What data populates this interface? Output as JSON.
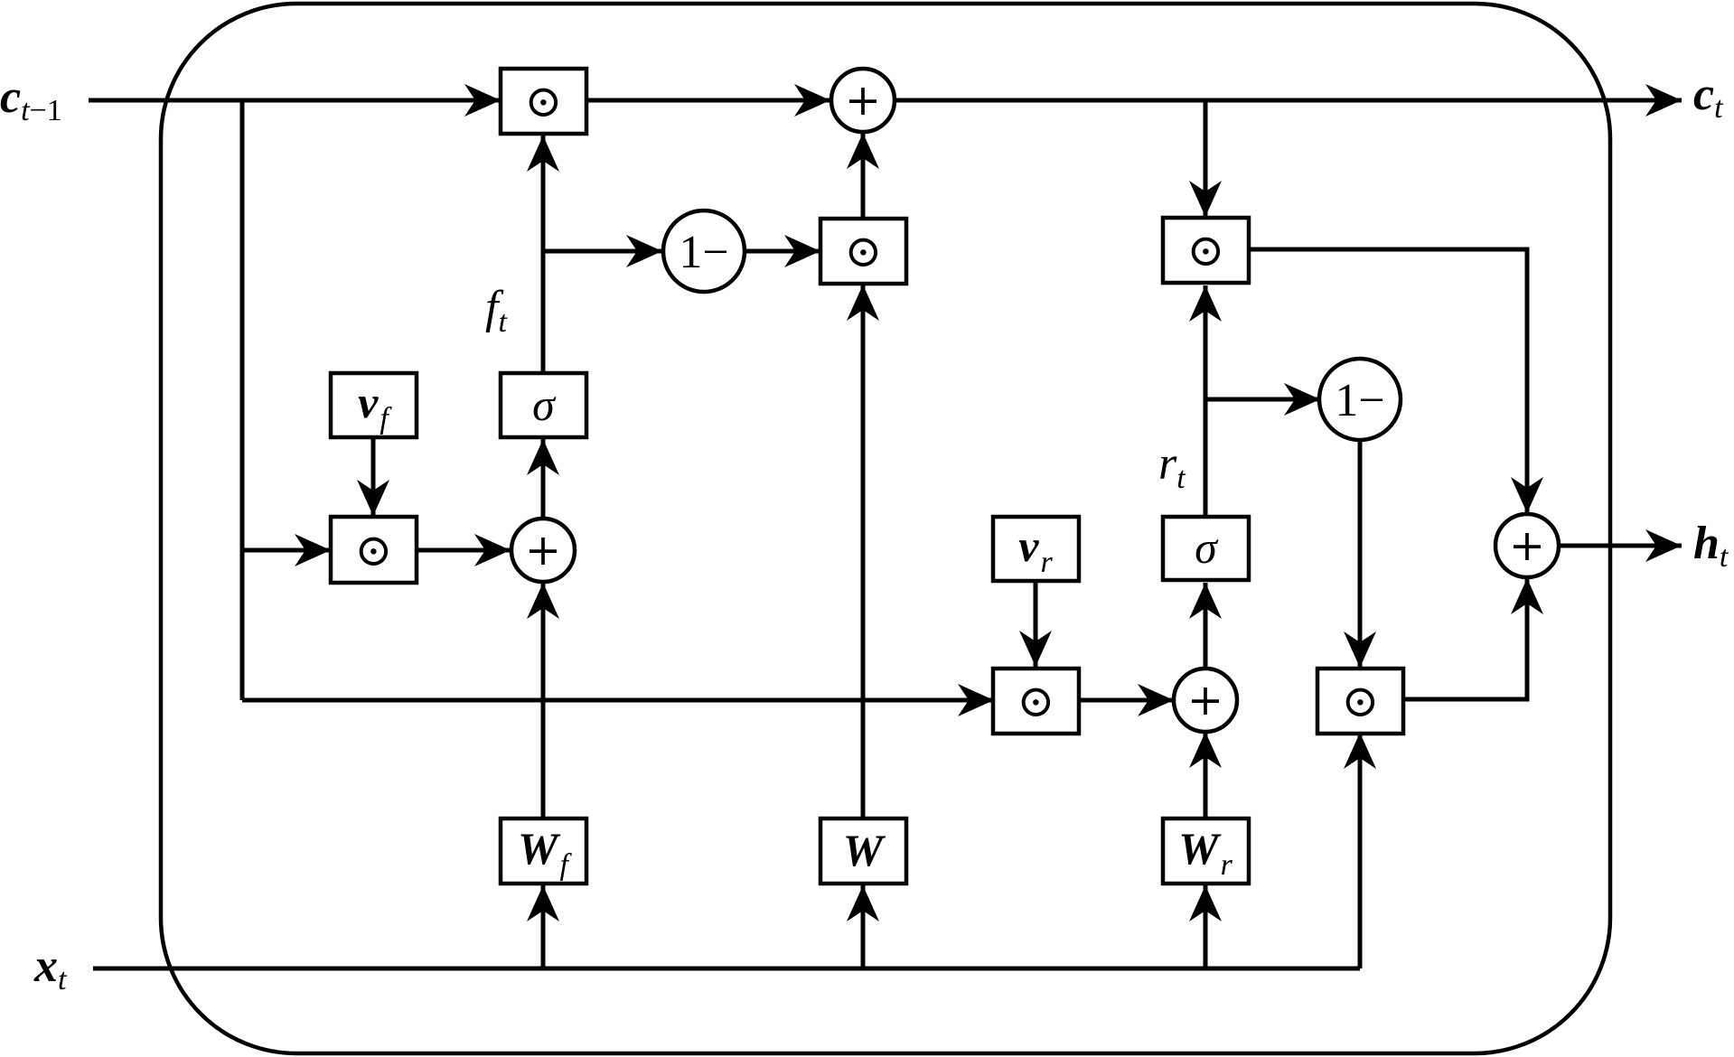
{
  "io": {
    "c_prev": {
      "main": "c",
      "sub": "t",
      "sub2": "−1"
    },
    "c_next": {
      "main": "c",
      "sub": "t"
    },
    "h_next": {
      "main": "h",
      "sub": "t"
    },
    "x_in": {
      "main": "x",
      "sub": "t"
    }
  },
  "gates": {
    "f": {
      "main": "f",
      "sub": "t"
    },
    "r": {
      "main": "r",
      "sub": "t"
    }
  },
  "boxes": {
    "vf": {
      "main": "v",
      "sub": "f"
    },
    "vr": {
      "main": "v",
      "sub": "r"
    },
    "Wf": {
      "main": "W",
      "sub": "f"
    },
    "W": {
      "main": "W"
    },
    "Wr": {
      "main": "W",
      "sub": "r"
    }
  },
  "symbols": {
    "hadamard": "⊙",
    "plus": "+",
    "sigma": "σ",
    "one_minus": "1−"
  }
}
